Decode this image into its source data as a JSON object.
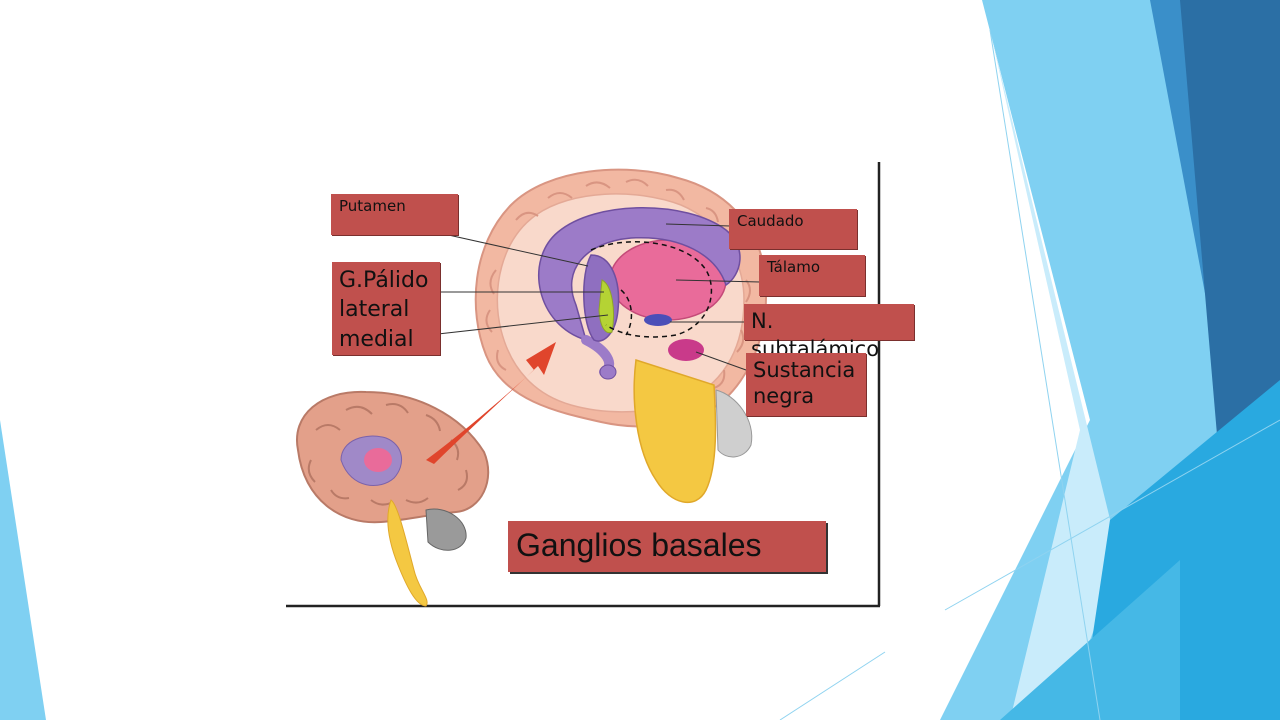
{
  "labels": {
    "putamen": "Putamen",
    "caudado": "Caudado",
    "talamo": "Tálamo",
    "globus": [
      "G.Pálido",
      "lateral",
      "medial"
    ],
    "subtalamico": "N. subtalámico",
    "sustancia": [
      "Sustancia",
      "negra"
    ]
  },
  "title": "Ganglios basales",
  "colors": {
    "label_fill": "#c0504d",
    "caudate": "#9c7bc8",
    "thalamus": "#e96b9a",
    "globus_pallidus": "#b5d334",
    "cortex": "#f2b8a2",
    "arrow": "#e0452c",
    "brainstem": "#f4c842",
    "deco_blue": "#29a9e0"
  }
}
